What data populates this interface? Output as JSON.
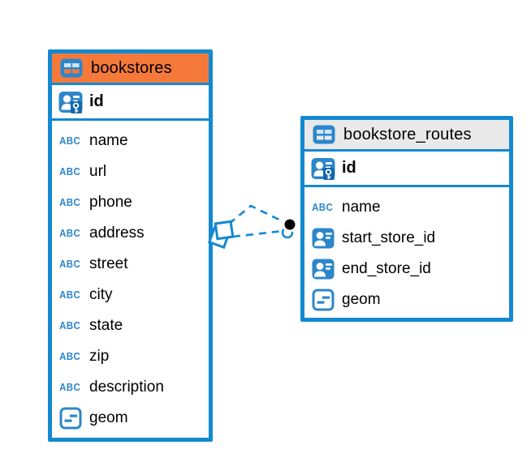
{
  "colors": {
    "border_blue": "#1389d1",
    "icon_blue": "#2c86cb",
    "bookstores_header_orange": "#f5793b",
    "bookstore_routes_header_gray": "#e9e9e9",
    "text": "#000000",
    "background": "#ffffff"
  },
  "icons": {
    "table_icon": "table-grid",
    "primary_key_icon": "user-card-with-key",
    "reference_icon": "user-card",
    "geometry_icon": "rounded-square-with-dashes",
    "text_icon_label": "ABC",
    "many_end_marker": "overlapping-squares",
    "one_end_marker": "black-dot-with-ring"
  },
  "tables": [
    {
      "name": "bookstores",
      "header_color": "#f5793b",
      "primary_key": {
        "name": "id",
        "icon": "primary-key-icon"
      },
      "columns": [
        {
          "name": "name",
          "icon": "text-icon"
        },
        {
          "name": "url",
          "icon": "text-icon"
        },
        {
          "name": "phone",
          "icon": "text-icon"
        },
        {
          "name": "address",
          "icon": "text-icon"
        },
        {
          "name": "street",
          "icon": "text-icon"
        },
        {
          "name": "city",
          "icon": "text-icon"
        },
        {
          "name": "state",
          "icon": "text-icon"
        },
        {
          "name": "zip",
          "icon": "text-icon"
        },
        {
          "name": "description",
          "icon": "text-icon"
        },
        {
          "name": "geom",
          "icon": "geometry-icon"
        }
      ]
    },
    {
      "name": "bookstore_routes",
      "header_color": "#e9e9e9",
      "primary_key": {
        "name": "id",
        "icon": "primary-key-icon"
      },
      "columns": [
        {
          "name": "name",
          "icon": "text-icon"
        },
        {
          "name": "start_store_id",
          "icon": "reference-icon"
        },
        {
          "name": "end_store_id",
          "icon": "reference-icon"
        },
        {
          "name": "geom",
          "icon": "geometry-icon"
        }
      ]
    }
  ],
  "relationship": {
    "type": "foreign-key",
    "style": "dashed",
    "color": "#1389d1",
    "line_count": 2,
    "left_end_marker": "overlapping-squares",
    "right_end_marker": "black-dot-with-ring"
  }
}
